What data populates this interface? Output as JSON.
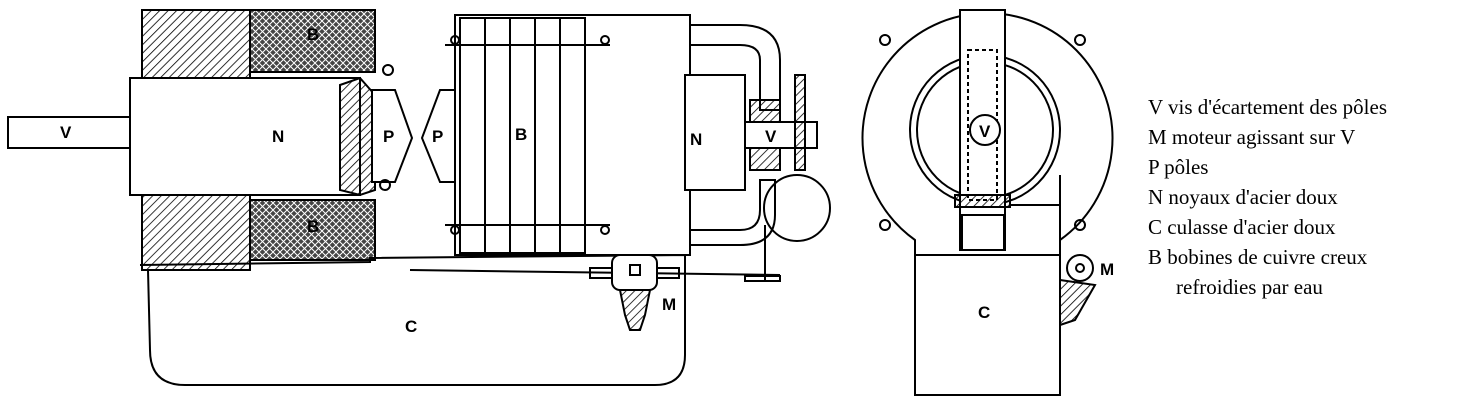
{
  "figure_labels": {
    "shaft_left": "V",
    "core_left": "N",
    "pole_left": "P",
    "pole_right": "P",
    "coil_top": "B",
    "coil_bottom": "B",
    "coil_stack": "B",
    "core_right": "N",
    "screw_right": "V",
    "yoke_side": "C",
    "motor_side": "M",
    "screw_end": "V",
    "yoke_end": "C",
    "motor_end": "M"
  },
  "legend": [
    "V vis d'écartement des pôles",
    "M moteur agissant sur V",
    "P pôles",
    "N noyaux d'acier doux",
    "C culasse d'acier doux",
    "B bobines de cuivre creux",
    "refroidies par eau"
  ]
}
